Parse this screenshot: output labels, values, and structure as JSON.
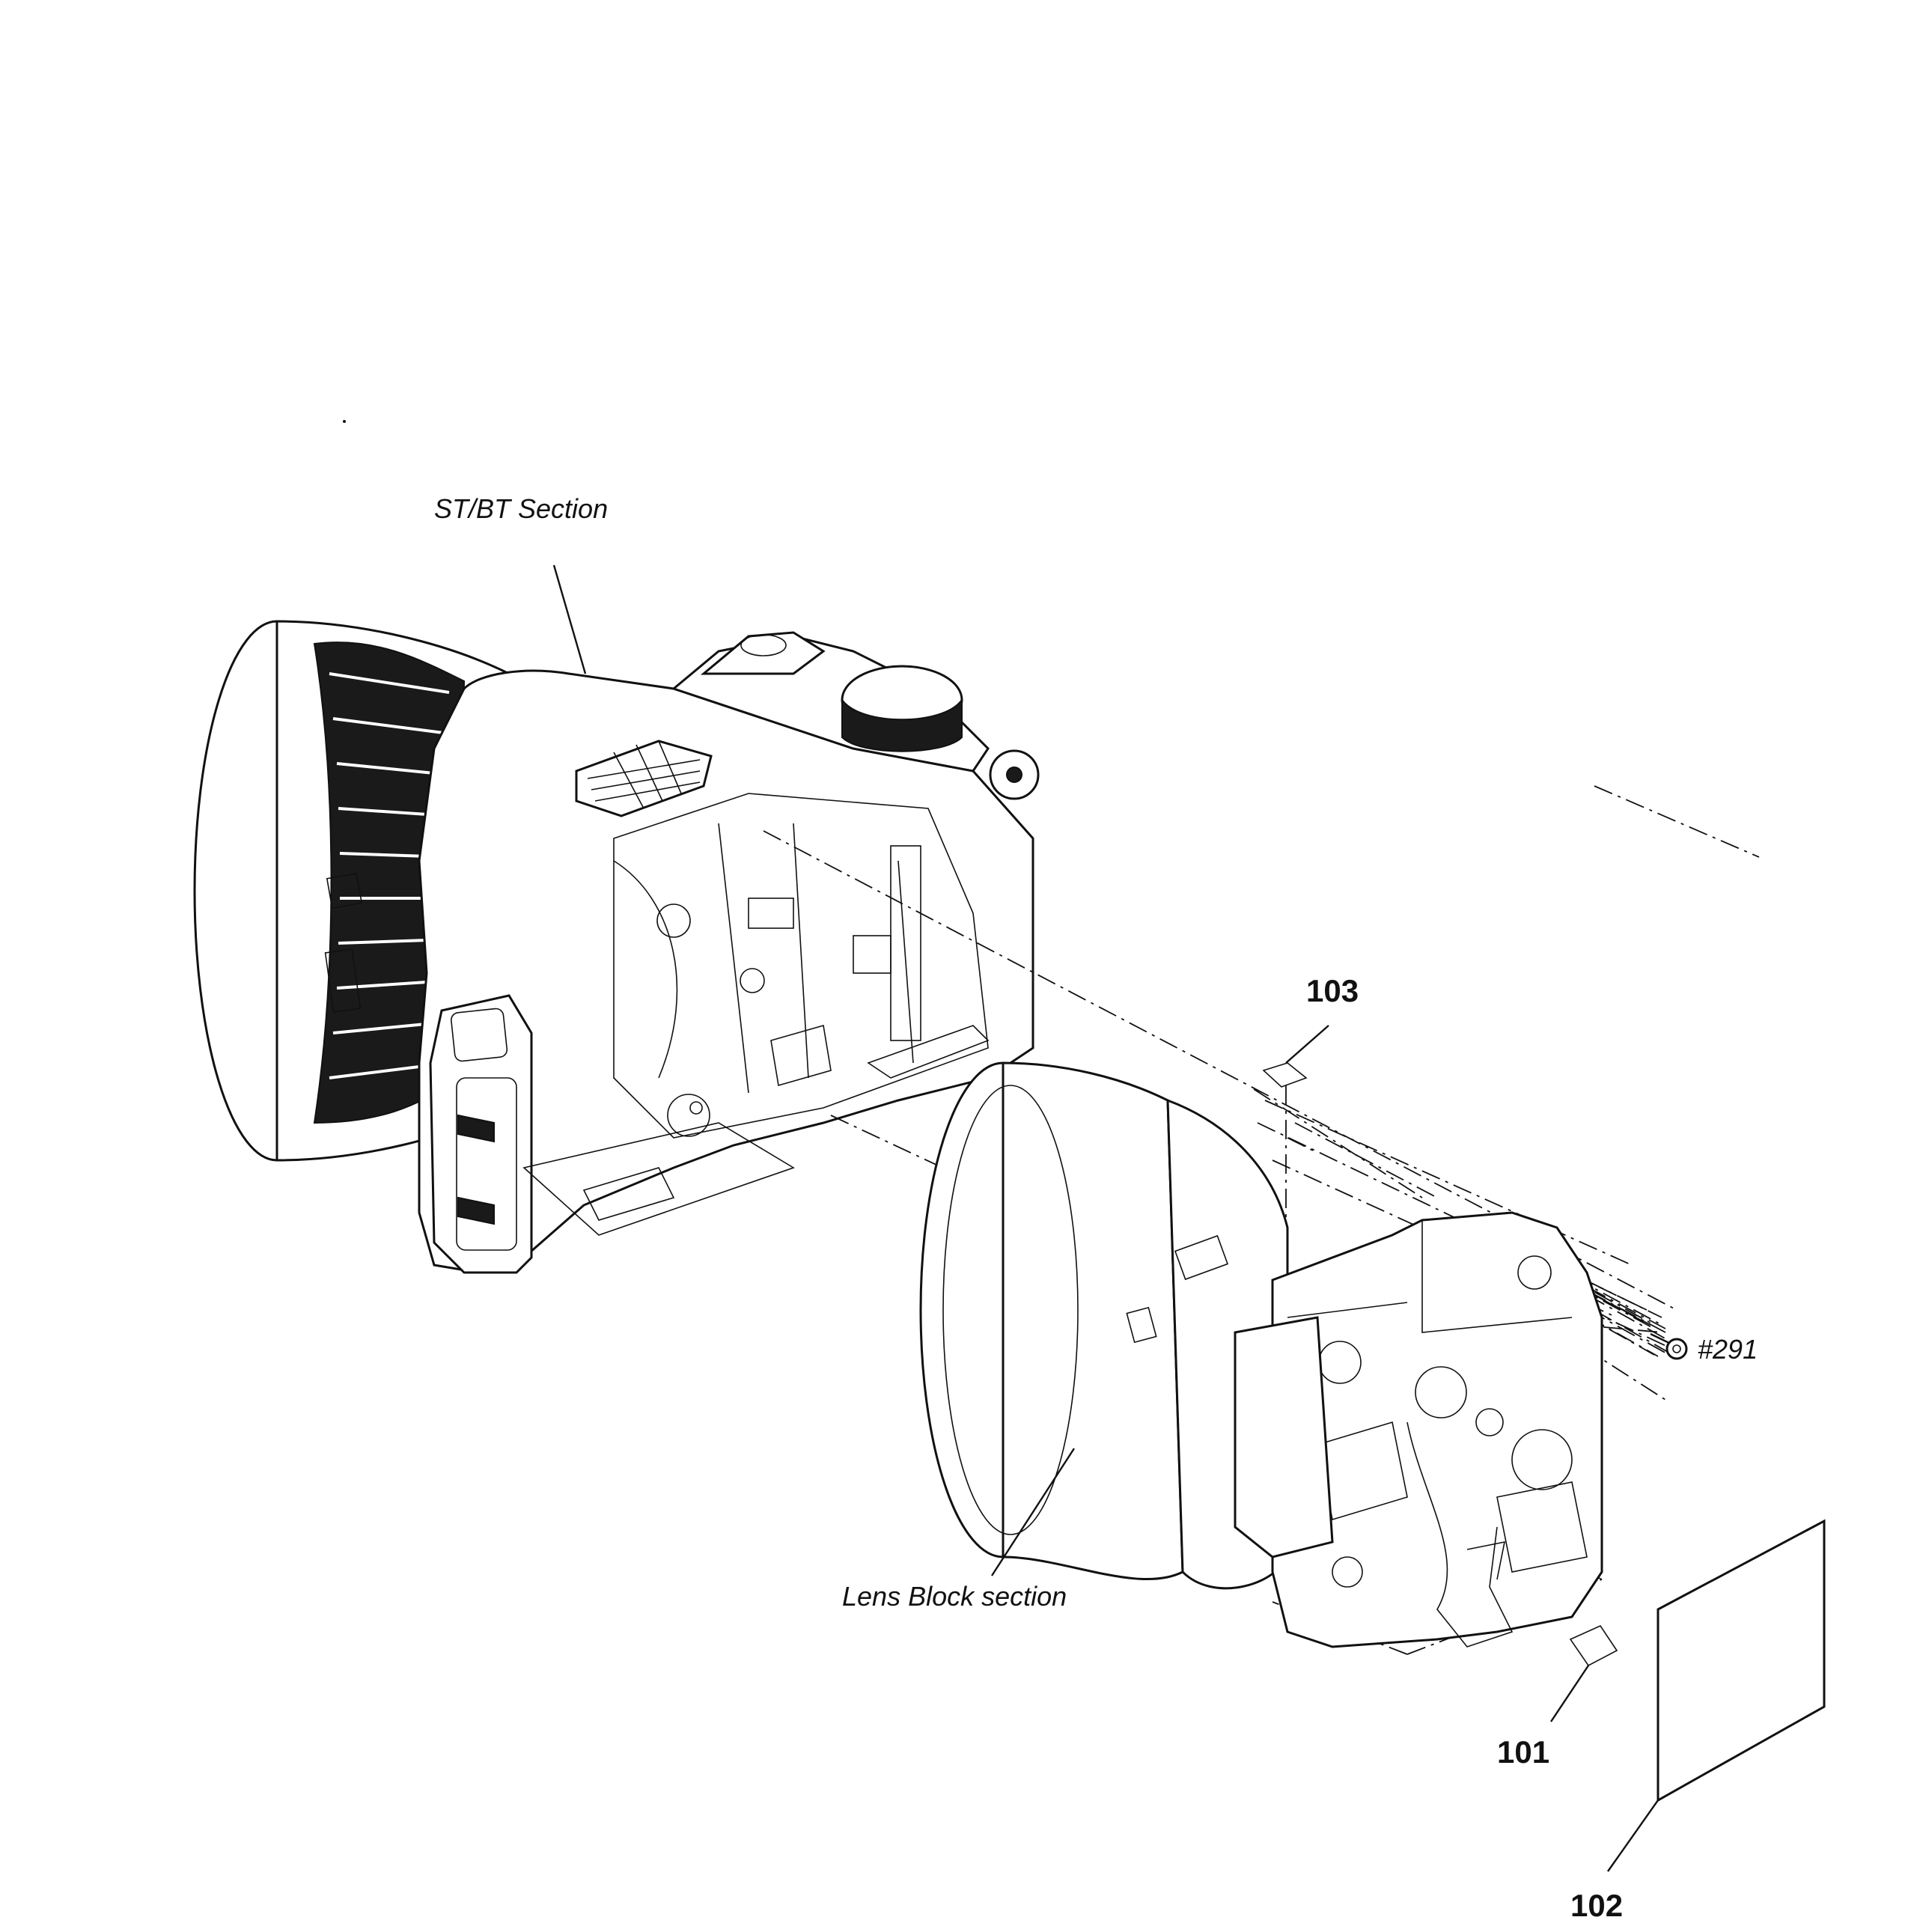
{
  "labels": {
    "st_bt_section": "ST/BT Section",
    "lens_block_section": "Lens Block section",
    "screw_ref": "#291"
  },
  "parts": {
    "p101": "101",
    "p102": "102",
    "p103": "103"
  },
  "icons": {
    "screw": "screw-icon"
  }
}
